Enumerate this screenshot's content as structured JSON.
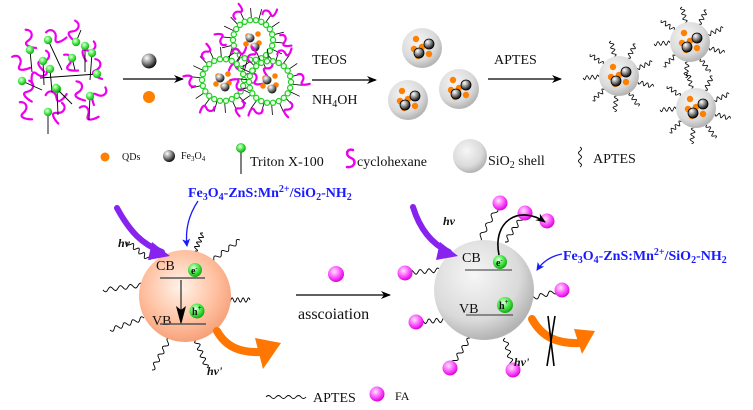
{
  "colors": {
    "qd": "#ff8000",
    "surfactant_head": "#33dd33",
    "cyclohexane": "#ee00ee",
    "fa": "#ff55ff",
    "blue_label": "#1a1aff",
    "light_arrow": "#8822ee",
    "emission_arrow": "#ff7700"
  },
  "top_row": {
    "step1_reagents": [
      "Fe3O4",
      "QDs"
    ],
    "step2_reagent_top": "TEOS",
    "step2_reagent_bottom_main": "NH",
    "step2_reagent_bottom_sub": "4",
    "step2_reagent_bottom_end": "OH",
    "step3_reagent": "APTES"
  },
  "legend_top": {
    "qds": "QDs",
    "fe3o4_main": "Fe",
    "fe3o4_sub1": "3",
    "fe3o4_mid": "O",
    "fe3o4_sub2": "4",
    "triton": "Triton X-100",
    "cyclohexane": "cyclohexane",
    "sio2_main": "SiO",
    "sio2_sub": "2",
    "sio2_end": " shell",
    "aptes": "APTES"
  },
  "bottom_left": {
    "label_parts": [
      "Fe",
      "3",
      "O",
      "4",
      "-ZnS:Mn",
      "2+",
      "/SiO",
      "2",
      "-NH",
      "2"
    ],
    "light_in": "hv",
    "light_out": "hv'",
    "cb": "CB",
    "vb": "VB",
    "electron": "e",
    "electron_sup": "-",
    "hole": "h",
    "hole_sup": "+"
  },
  "middle": {
    "arrow_label": "asscoiation"
  },
  "bottom_right": {
    "label_parts": [
      "Fe",
      "3",
      "O",
      "4",
      "-ZnS:Mn",
      "2+",
      "/SiO",
      "2",
      "-NH",
      "2"
    ],
    "light_in": "hv",
    "light_out": "hv'",
    "cb": "CB",
    "vb": "VB",
    "electron": "e",
    "electron_sup": "-",
    "hole": "h",
    "hole_sup": "+"
  },
  "legend_bottom": {
    "aptes": "APTES",
    "fa": "FA"
  }
}
